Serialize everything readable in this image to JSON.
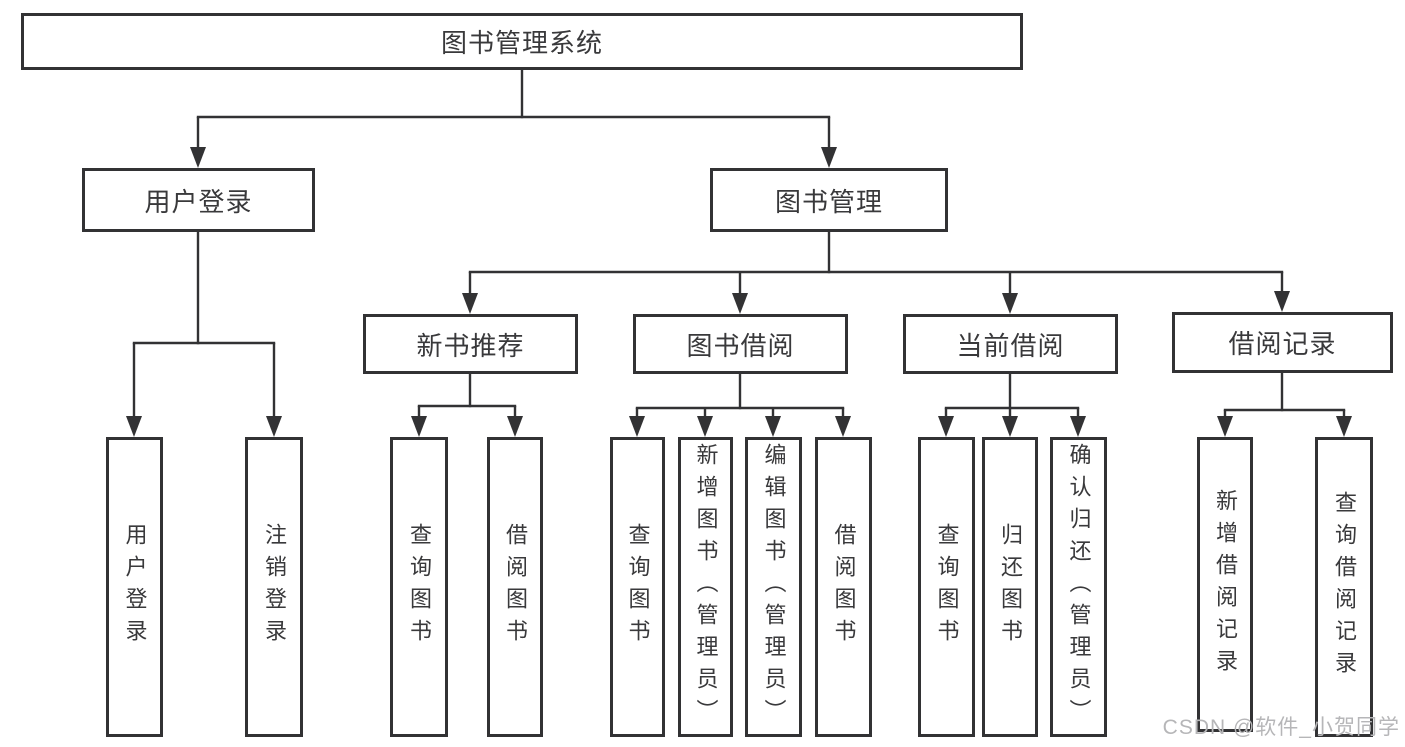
{
  "diagram": {
    "watermark": "CSDN @软件_小贺同学",
    "colors": {
      "line": "#323234",
      "box_border": "#323234",
      "box_fill": "#ffffff",
      "text": "#39393b",
      "watermark": "#b6b6b8"
    },
    "tree": {
      "label": "图书管理系统",
      "children": [
        {
          "label": "用户登录",
          "children": [
            {
              "label": "用户登录"
            },
            {
              "label": "注销登录"
            }
          ]
        },
        {
          "label": "图书管理",
          "children": [
            {
              "label": "新书推荐",
              "children": [
                {
                  "label": "查询图书"
                },
                {
                  "label": "借阅图书"
                }
              ]
            },
            {
              "label": "图书借阅",
              "children": [
                {
                  "label": "查询图书"
                },
                {
                  "label": "新增图书（管理员）"
                },
                {
                  "label": "编辑图书（管理员）"
                },
                {
                  "label": "借阅图书"
                }
              ]
            },
            {
              "label": "当前借阅",
              "children": [
                {
                  "label": "查询图书"
                },
                {
                  "label": "归还图书"
                },
                {
                  "label": "确认归还（管理员）"
                }
              ]
            },
            {
              "label": "借阅记录",
              "children": [
                {
                  "label": "新增借阅记录"
                },
                {
                  "label": "查询借阅记录"
                }
              ]
            }
          ]
        }
      ]
    }
  }
}
